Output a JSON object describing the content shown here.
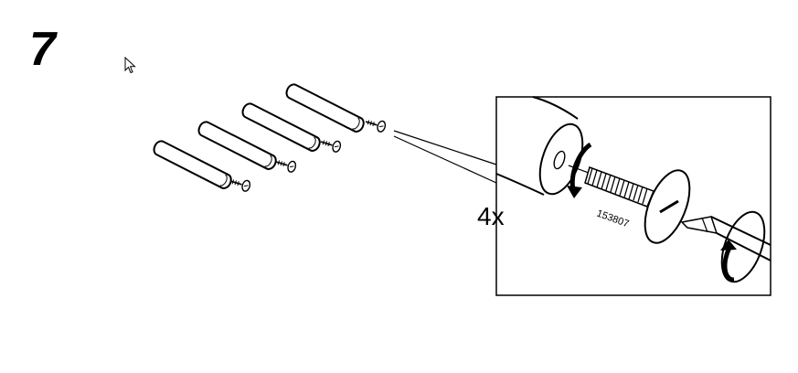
{
  "step": {
    "number": "7"
  },
  "detail": {
    "quantity_label": "4x",
    "part_number": "153807"
  },
  "icons": {
    "cursor": "mouse-pointer-icon",
    "rotate": "rotate-arrow-icon",
    "screwdriver": "screwdriver-icon",
    "screw": "screw-icon",
    "leg": "cylinder-leg-icon"
  },
  "colors": {
    "ink": "#000000",
    "paper": "#ffffff"
  }
}
